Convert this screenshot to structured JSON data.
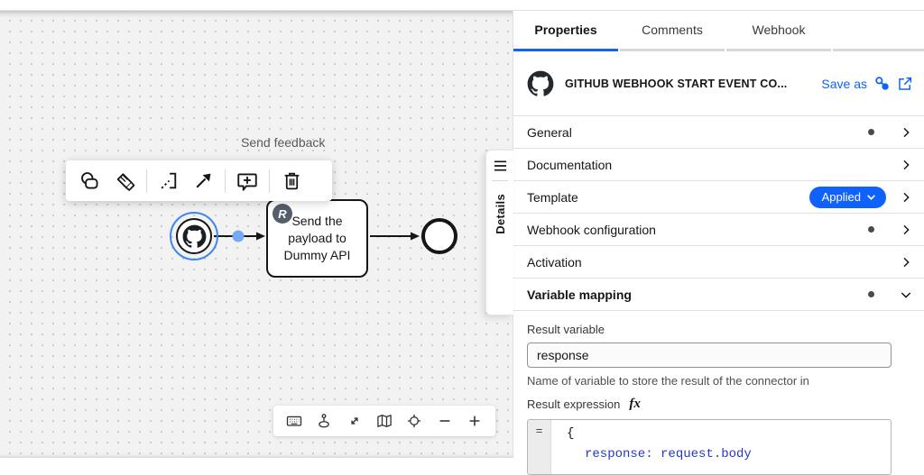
{
  "colors": {
    "accent_blue": "#0f62fe",
    "selection_blue": "#3e86f4",
    "canvas_bg": "#f2f2f2",
    "badge_text": "#ffffff",
    "code_blue": "#2536cc"
  },
  "canvas": {
    "send_feedback_label": "Send feedback",
    "context_pad_icons": [
      "append-shape",
      "change-element",
      "link-element",
      "connect-arrow",
      "add-comment",
      "delete"
    ],
    "diagram": {
      "task_badge": "R",
      "task_lines": [
        "Send the",
        "payload to",
        "Dummy API"
      ]
    },
    "bottom_toolbar_icons": [
      "keyboard-shortcuts",
      "hand-tool",
      "fullscreen",
      "minimap",
      "reset-viewport",
      "zoom-out",
      "zoom-in"
    ],
    "details_tab": {
      "label": "Details"
    }
  },
  "panel": {
    "tabs": [
      {
        "label": "Properties",
        "active": true
      },
      {
        "label": "Comments",
        "active": false
      },
      {
        "label": "Webhook",
        "active": false
      }
    ],
    "header": {
      "title": "GITHUB WEBHOOK START EVENT CO...",
      "save_as_label": "Save as"
    },
    "sections": [
      {
        "label": "General",
        "edited": true,
        "expanded": false
      },
      {
        "label": "Documentation",
        "edited": false,
        "expanded": false
      },
      {
        "label": "Template",
        "edited": false,
        "expanded": false,
        "badge": "Applied"
      },
      {
        "label": "Webhook configuration",
        "edited": true,
        "expanded": false
      },
      {
        "label": "Activation",
        "edited": false,
        "expanded": false
      },
      {
        "label": "Variable mapping",
        "edited": true,
        "expanded": true
      }
    ],
    "variable_mapping": {
      "result_variable_label": "Result variable",
      "result_variable_value": "response",
      "result_variable_help": "Name of variable to store the result of the connector in",
      "result_expression_label": "Result expression",
      "fx_glyph": "fx",
      "editor": {
        "gutter": "=",
        "line1": "{",
        "line2": "response: request.body"
      }
    }
  }
}
